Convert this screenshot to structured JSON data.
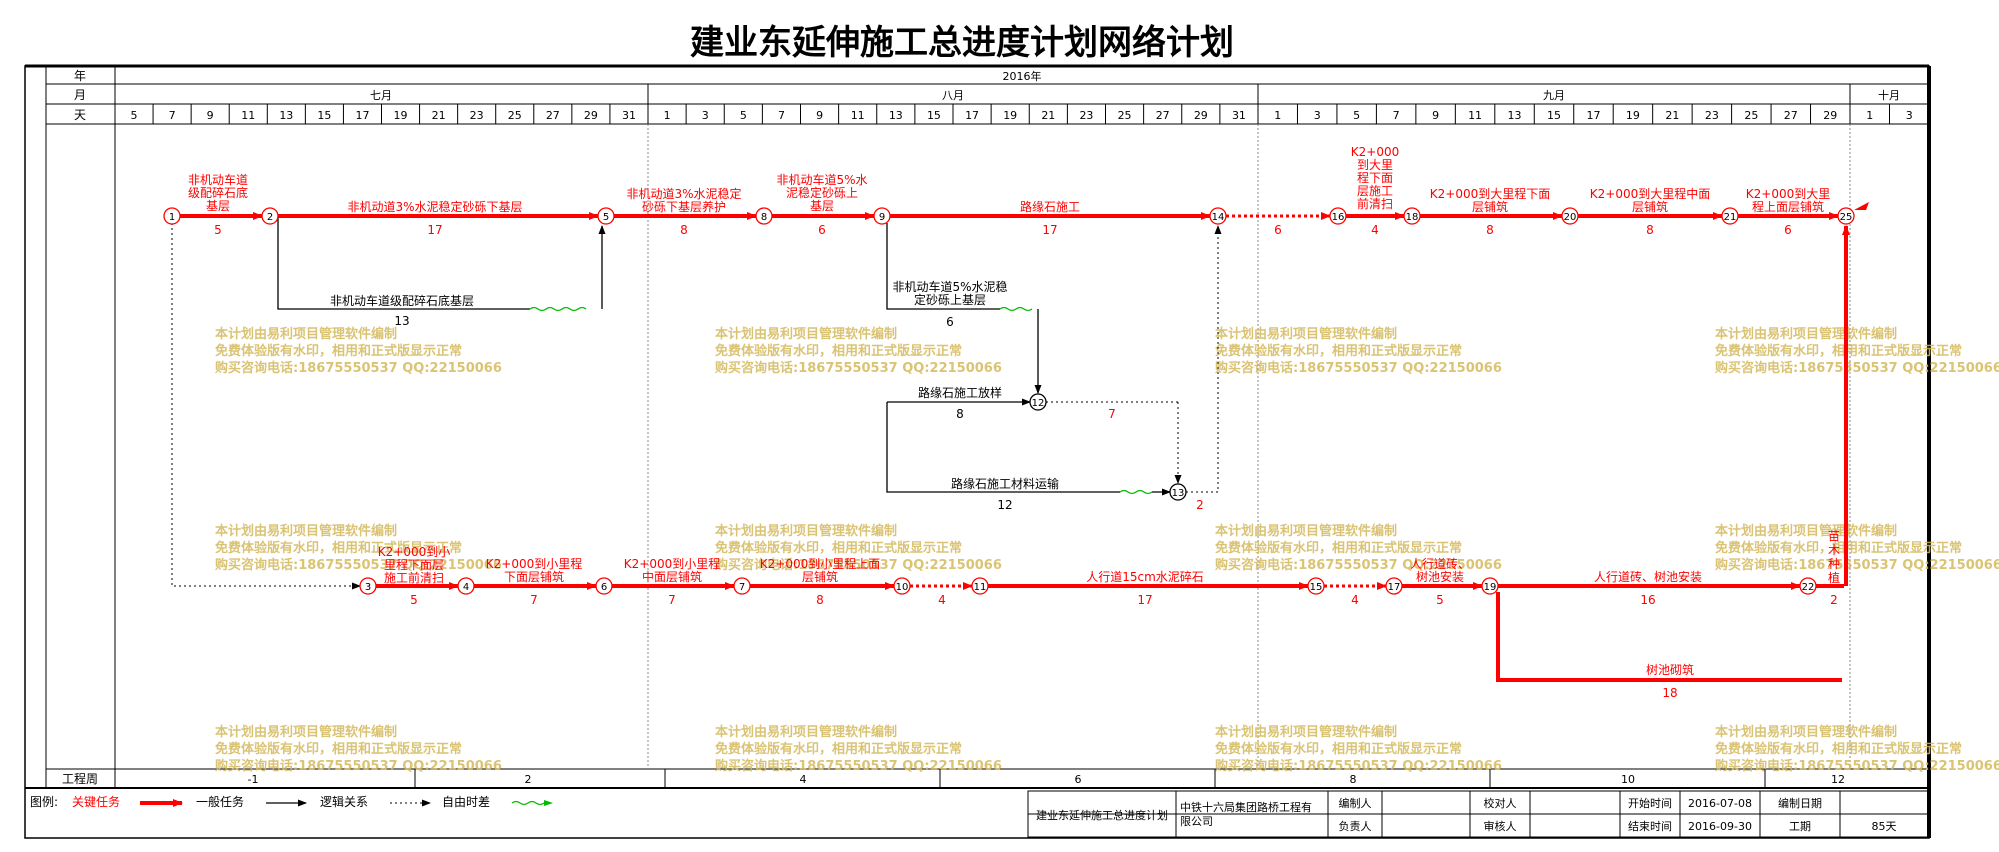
{
  "title": "建业东延伸施工总进度计划网络计划",
  "header": {
    "row_labels": [
      "年",
      "月",
      "天"
    ],
    "year": "2016年",
    "months": [
      "七月",
      "八月",
      "九月",
      "十月"
    ],
    "days": [
      "5",
      "7",
      "9",
      "11",
      "13",
      "15",
      "17",
      "19",
      "21",
      "23",
      "25",
      "27",
      "29",
      "31",
      "1",
      "3",
      "5",
      "7",
      "9",
      "11",
      "13",
      "15",
      "17",
      "19",
      "21",
      "23",
      "25",
      "27",
      "29",
      "31",
      "1",
      "3",
      "5",
      "7",
      "9",
      "11",
      "13",
      "15",
      "17",
      "19",
      "21",
      "23",
      "25",
      "27",
      "29",
      "1",
      "3"
    ]
  },
  "weeks": {
    "label": "工程周",
    "items": [
      "-1",
      "2",
      "4",
      "6",
      "8",
      "10",
      "12"
    ]
  },
  "tasks": [
    {
      "id": "t1",
      "label": "非机动车道级配碎石底基层",
      "value": "5",
      "type": "critical"
    },
    {
      "id": "t2",
      "label": "非机动道3%水泥稳定砂砾下基层",
      "value": "17",
      "type": "critical"
    },
    {
      "id": "t3",
      "label": "非机动车道级配碎石底基层",
      "value": "13",
      "type": "general"
    },
    {
      "id": "t4",
      "label": "非机动道3%水泥稳定砂砾下基层养护",
      "value": "8",
      "type": "critical"
    },
    {
      "id": "t5",
      "label": "非机动车道5%水泥稳定砂砾上基层",
      "value": "6",
      "type": "critical"
    },
    {
      "id": "t6",
      "label": "路缘石施工",
      "value": "17",
      "type": "critical"
    },
    {
      "id": "t7",
      "label": "非机动车道5%水泥稳定砂砾上基层",
      "value": "6",
      "type": "general"
    },
    {
      "id": "t8",
      "label": "路缘石施工放样",
      "value": "8",
      "type": "general"
    },
    {
      "id": "t9",
      "label": "",
      "value": "7",
      "type": "logic"
    },
    {
      "id": "t10",
      "label": "路缘石施工材料运输",
      "value": "12",
      "type": "general"
    },
    {
      "id": "t11",
      "label": "",
      "value": "2",
      "type": "logic"
    },
    {
      "id": "t12",
      "label": "",
      "value": "6",
      "type": "critical"
    },
    {
      "id": "t13",
      "label": "K2+000到大里程下面层施工前清扫",
      "value": "4",
      "type": "critical"
    },
    {
      "id": "t14",
      "label": "K2+000到大里程下面层铺筑",
      "value": "8",
      "type": "critical"
    },
    {
      "id": "t15",
      "label": "K2+000到大里程中面层铺筑",
      "value": "8",
      "type": "critical"
    },
    {
      "id": "t16",
      "label": "K2+000到大里程上面层铺筑",
      "value": "6",
      "type": "critical"
    },
    {
      "id": "t17",
      "label": "K2+000到小里程下面层施工前清扫",
      "value": "5",
      "type": "critical"
    },
    {
      "id": "t18",
      "label": "K2+000到小里程下面层铺筑",
      "value": "7",
      "type": "critical"
    },
    {
      "id": "t19",
      "label": "K2+000到小里程中面层铺筑",
      "value": "7",
      "type": "critical"
    },
    {
      "id": "t20",
      "label": "K2+000到小里程上面层铺筑",
      "value": "8",
      "type": "critical"
    },
    {
      "id": "t21",
      "label": "",
      "value": "4",
      "type": "critical"
    },
    {
      "id": "t22",
      "label": "人行道15cm水泥碎石",
      "value": "17",
      "type": "critical"
    },
    {
      "id": "t23",
      "label": "",
      "value": "4",
      "type": "critical"
    },
    {
      "id": "t24",
      "label": "人行道砖、树池安装",
      "value": "5",
      "type": "critical"
    },
    {
      "id": "t25",
      "label": "人行道砖、树池安装",
      "value": "16",
      "type": "critical"
    },
    {
      "id": "t26",
      "label": "苗木种植",
      "value": "2",
      "type": "critical"
    },
    {
      "id": "t27",
      "label": "树池砌筑",
      "value": "18",
      "type": "critical"
    }
  ],
  "nodes": [
    "1",
    "2",
    "3",
    "4",
    "5",
    "6",
    "7",
    "8",
    "9",
    "10",
    "11",
    "12",
    "13",
    "14",
    "15",
    "16",
    "17",
    "18",
    "19",
    "20",
    "21",
    "22",
    "25"
  ],
  "watermark": {
    "line1": "本计划由易利项目管理软件编制",
    "line2": "免费体验版有水印，相用和正式版显示正常",
    "line3": "购买咨询电话:18675550537 QQ:22150066"
  },
  "legend": {
    "label": "图例:",
    "critical": "关键任务",
    "general": "一般任务",
    "logic": "逻辑关系",
    "float": "自由时差"
  },
  "footer": {
    "project": "建业东延伸施工总进度计划",
    "company": "中铁十六局集团路桥工程有限公司",
    "editor_label": "编制人",
    "checker_label": "校对人",
    "responsible_label": "负责人",
    "reviewer_label": "审核人",
    "start_label": "开始时间",
    "start_value": "2016-07-08",
    "end_label": "结束时间",
    "end_value": "2016-09-30",
    "compile_date_label": "编制日期",
    "duration_label": "工期",
    "duration_value": "85天"
  },
  "colors": {
    "critical": "#ff0000",
    "general": "#000000",
    "float": "#00bb00",
    "watermark": "#d4b85a"
  }
}
